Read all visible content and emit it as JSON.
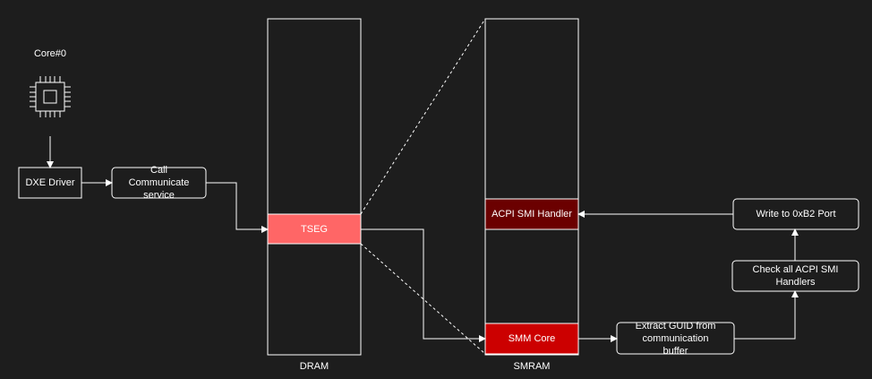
{
  "colors": {
    "background": "#1d1d1d",
    "stroke": "#ffffff",
    "tseg_fill": "#ff6666",
    "acpi_handler_fill": "#6b0000",
    "smm_core_fill": "#cc0000"
  },
  "nodes": {
    "core_label": "Core#0",
    "cpu_icon": "cpu-chip-icon",
    "dxe_driver": "DXE Driver",
    "call_communicate": "Call Communicate service",
    "tseg": "TSEG",
    "dram": "DRAM",
    "acpi_smi_handler": "ACPI SMI Handler",
    "smm_core": "SMM Core",
    "smram": "SMRAM",
    "extract_guid": "Extract GUID from communication buffer",
    "check_handlers": "Check all ACPI SMI Handlers",
    "write_port": "Write to 0xB2 Port"
  }
}
